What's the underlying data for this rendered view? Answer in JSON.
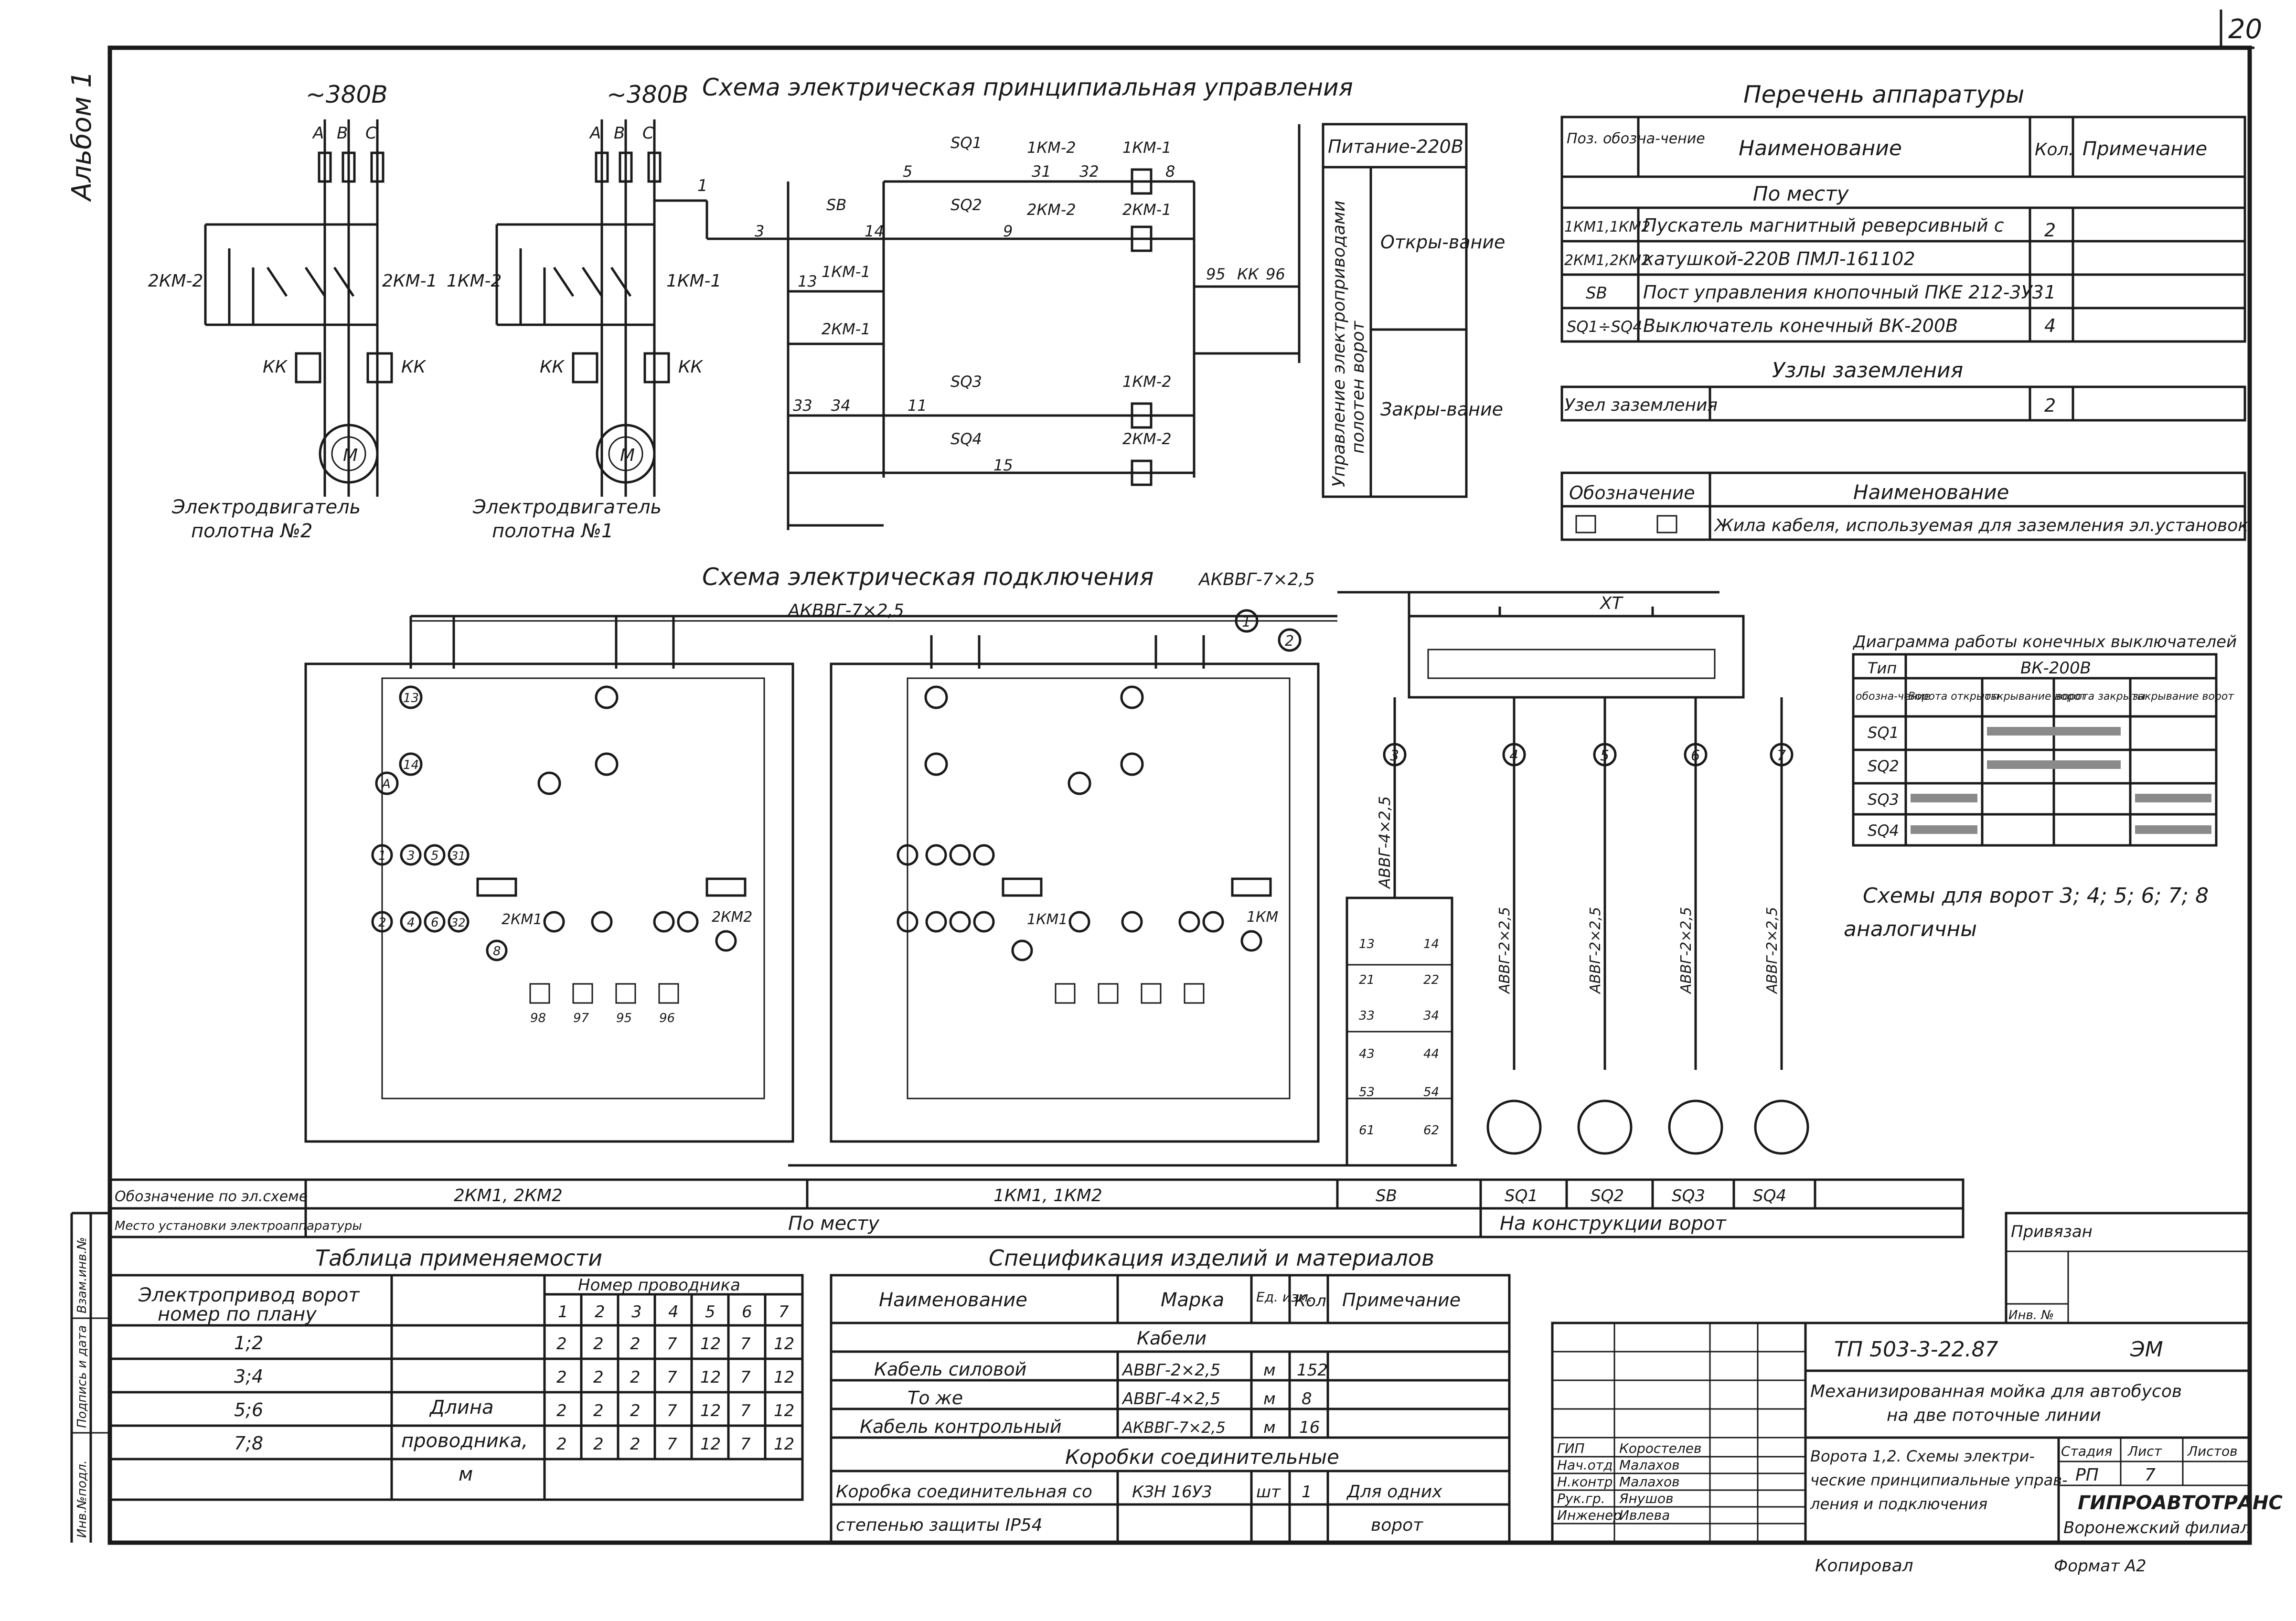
{
  "sheet": {
    "page_number": "20",
    "album": "Альбом 1"
  },
  "control_scheme": {
    "title": "Схема электрическая принципиальная управления",
    "supply_left": "~380В",
    "supply_right": "~380В",
    "phase_labels": [
      "А",
      "В",
      "С"
    ],
    "motor_left_caption": [
      "Электродвигатель",
      "полотна №2"
    ],
    "motor_right_caption": [
      "Электродвигатель",
      "полотна №1"
    ],
    "contactor_labels": [
      "2КМ-2",
      "2КМ-1",
      "1КМ-2",
      "1КМ-1",
      "КК",
      "КК",
      "КК",
      "КК"
    ],
    "motor_symbol": "М",
    "wire_numbers": [
      "1",
      "3",
      "5",
      "14",
      "13",
      "33",
      "34",
      "11",
      "8",
      "9",
      "15",
      "31",
      "32",
      "95",
      "96"
    ],
    "device_labels": [
      "SB",
      "SQ1",
      "SQ2",
      "SQ3",
      "SQ4",
      "1КМ-2",
      "1КМ-1",
      "2КМ-2",
      "2КМ-1",
      "1КМ-1",
      "2КМ-1",
      "1КМ-2",
      "2КМ-2",
      "КК"
    ],
    "purpose_table": {
      "header": "Питание-220В",
      "side_label": [
        "Управление электроприводами",
        "полотен ворот"
      ],
      "rows": [
        "Откры-вание",
        "Закры-вание"
      ]
    }
  },
  "equipment_list": {
    "title": "Перечень аппаратуры",
    "headers": [
      "Поз. обозна-чение",
      "Наименование",
      "Кол.",
      "Примечание"
    ],
    "section": "По месту",
    "rows": [
      {
        "pos": "1КМ1,1КМ2",
        "name": "Пускатель магнитный реверсивный с",
        "qty": "2",
        "note": ""
      },
      {
        "pos": "2КМ1,2КМ2",
        "name": "катушкой-220В ПМЛ-161102",
        "qty": "",
        "note": ""
      },
      {
        "pos": "SB",
        "name": "Пост управления кнопочный ПКЕ 212-3У3",
        "qty": "1",
        "note": ""
      },
      {
        "pos": "SQ1÷SQ4",
        "name": "Выключатель конечный ВК-200В",
        "qty": "4",
        "note": ""
      }
    ]
  },
  "grounding": {
    "title": "Узлы заземления",
    "row_label": "Узел заземления",
    "row_qty": "2",
    "legend_headers": [
      "Обозначение",
      "Наименование"
    ],
    "legend_text": "Жила кабеля, используемая для заземления эл.установок"
  },
  "connection_scheme": {
    "title": "Схема электрическая подключения",
    "cable_main": "АКВВГ-7×2,5",
    "cable_top": "АКВВГ-7×2,5",
    "cable_sb": "АВВГ-4×2,5",
    "cable_sq": [
      "АВВГ-2×2,5",
      "АВВГ-2×2,5",
      "АВВГ-2×2,5",
      "АВВГ-2×2,5"
    ],
    "terminal_block": "ХТ",
    "markers": [
      "1",
      "2",
      "3",
      "4",
      "5",
      "6",
      "7"
    ],
    "terminal_numbers": [
      "1",
      "3",
      "5",
      "31",
      "2",
      "4",
      "6",
      "32",
      "8",
      "13",
      "14",
      "96",
      "97",
      "95",
      "98",
      "А"
    ],
    "box_labels": [
      "2КМ1",
      "2КМ2",
      "1КМ1",
      "1КМ"
    ],
    "sb_terminals": [
      "13",
      "14",
      "21",
      "22",
      "33",
      "34",
      "43",
      "44",
      "53",
      "54",
      "61",
      "62"
    ],
    "note": [
      "Схемы для ворот 3; 4; 5; 6; 7; 8",
      "аналогичны"
    ]
  },
  "limit_switch_diagram": {
    "title": "Диаграмма работы конечных выключателей",
    "type_label": "Тип",
    "type_value": "ВК-200В",
    "headers": [
      "обозна-чение",
      "Ворота открыты",
      "открывание ворот",
      "ворота закрыты",
      "закрывание ворот"
    ],
    "rows": [
      "SQ1",
      "SQ2",
      "SQ3",
      "SQ4"
    ]
  },
  "designation_strip": {
    "row1_label": "Обозначение по эл.схеме",
    "row1_values": [
      "2КМ1, 2КМ2",
      "1КМ1, 1КМ2",
      "SB",
      "SQ1",
      "SQ2",
      "SQ3",
      "SQ4"
    ],
    "row2_label": "Место установки электроаппаратуры",
    "row2_values": [
      "По месту",
      "На конструкции ворот"
    ]
  },
  "applicability_table": {
    "title": "Таблица применяемости",
    "col_label": [
      "Электропривод ворот",
      "номер по плану"
    ],
    "conductor_header": "Номер проводника",
    "conductor_numbers": [
      "1",
      "2",
      "3",
      "4",
      "5",
      "6",
      "7"
    ],
    "length_label": [
      "Длина",
      "проводника,",
      "м"
    ],
    "rows": [
      {
        "gate": "1;2",
        "values": [
          "2",
          "2",
          "2",
          "7",
          "12",
          "7",
          "12"
        ]
      },
      {
        "gate": "3;4",
        "values": [
          "2",
          "2",
          "2",
          "7",
          "12",
          "7",
          "12"
        ]
      },
      {
        "gate": "5;6",
        "values": [
          "2",
          "2",
          "2",
          "7",
          "12",
          "7",
          "12"
        ]
      },
      {
        "gate": "7;8",
        "values": [
          "2",
          "2",
          "2",
          "7",
          "12",
          "7",
          "12"
        ]
      }
    ]
  },
  "specification": {
    "title": "Спецификация изделий и материалов",
    "headers": [
      "Наименование",
      "Марка",
      "Ед. изм.",
      "Кол.",
      "Примечание"
    ],
    "section_cables": "Кабели",
    "rows": [
      {
        "name": "Кабель силовой",
        "mark": "АВВГ-2×2,5",
        "unit": "м",
        "qty": "152",
        "note": ""
      },
      {
        "name": "То же",
        "mark": "АВВГ-4×2,5",
        "unit": "м",
        "qty": "8",
        "note": ""
      },
      {
        "name": "Кабель контрольный",
        "mark": "АКВВГ-7×2,5",
        "unit": "м",
        "qty": "16",
        "note": ""
      }
    ],
    "section_boxes": "Коробки соединительные",
    "box_row": {
      "name": [
        "Коробка соединительная со",
        "степенью защиты IP54"
      ],
      "mark": "КЗН 16У3",
      "unit": "шт",
      "qty": "1",
      "note": [
        "Для одних",
        "ворот"
      ]
    }
  },
  "title_block": {
    "privyazan": "Привязан",
    "inv_no": "Инв. №",
    "doc_code": "ТП 503-3-22.87",
    "mark": "ЭМ",
    "project": [
      "Механизированная мойка для автобусов",
      "на две поточные линии"
    ],
    "sheet_title": [
      "Ворота 1,2. Схемы электри-",
      "ческие принципиальные управ-",
      "ления и подключения"
    ],
    "stage_headers": [
      "Стадия",
      "Лист",
      "Листов"
    ],
    "stage": "РП",
    "sheet": "7",
    "sheets": "",
    "org": [
      "ГИПРОАВТОТРАНС",
      "Воронежский филиал"
    ],
    "signers": [
      {
        "role": "ГИП",
        "name": "Коростелев"
      },
      {
        "role": "Нач.отд.",
        "name": "Малахов"
      },
      {
        "role": "Н.контр.",
        "name": "Малахов"
      },
      {
        "role": "Рук.гр.",
        "name": "Янушов"
      },
      {
        "role": "Инженер",
        "name": "Ивлева"
      }
    ],
    "copied": "Копировал",
    "format": "Формат А2"
  },
  "side_margin": [
    "Взам.инв.№",
    "Подпись и дата",
    "Инв.№подл."
  ]
}
